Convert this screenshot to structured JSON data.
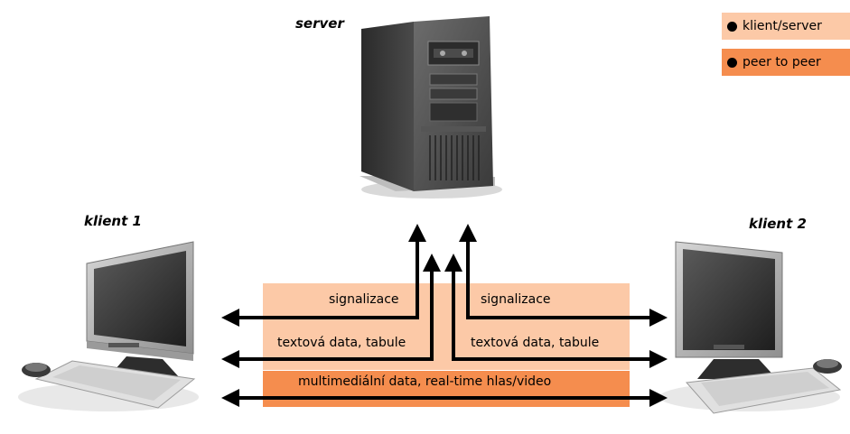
{
  "nodes": {
    "server": "server",
    "client1": "klient 1",
    "client2": "klient 2"
  },
  "legend": {
    "client_server": "klient/server",
    "peer_to_peer": "peer to peer"
  },
  "flows": {
    "signaling_left": "signalizace",
    "signaling_right": "signalizace",
    "text_left": "textová data, tabule",
    "text_right": "textová data, tabule",
    "multimedia": "multimediální data, real-time hlas/video"
  },
  "colors": {
    "client_server": "#fcc9a7",
    "peer_to_peer": "#f58d4e"
  }
}
